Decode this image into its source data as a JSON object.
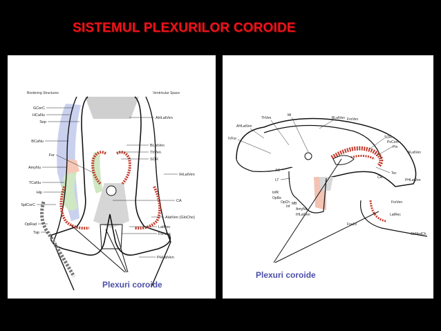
{
  "slide": {
    "title": "SISTEMUL PLEXURILOR COROIDE",
    "title_color": "#e8141b",
    "caption_color": "#4b4ea8"
  },
  "left_diagram": {
    "caption": "Plexuri coroide",
    "headers": [
      "Bordering Structures",
      "Ventricular Space"
    ],
    "left_labels": [
      "GCerC",
      "HCaNu",
      "Sep",
      "BCaNu",
      "For",
      "AmyNu",
      "TCaNu",
      "Hip",
      "SplCorC",
      "OpRad",
      "Tap"
    ],
    "right_labels": [
      "AHLatVen",
      "BLatVen",
      "ThVen",
      "SOR",
      "IHLatVen",
      "CA",
      "AlatVen (GloCho)",
      "LatRec",
      "ForVen",
      "PHLatVen"
    ]
  },
  "right_diagram": {
    "caption": "Plexuri coroide",
    "labels": [
      "ThVen",
      "Mi",
      "BLatVen",
      "ForVen",
      "AHLatVen",
      "IVFor",
      "SOR",
      "PoCom",
      "Pin",
      "ALatVen",
      "AC",
      "LT",
      "Tec",
      "CA",
      "PHLatVen",
      "InfR",
      "OpRe",
      "OpCh",
      "Inf",
      "MB",
      "AmyNu",
      "IHLatVen",
      "ForVen",
      "FouLo",
      "LatRec",
      "ChMedCh"
    ]
  }
}
